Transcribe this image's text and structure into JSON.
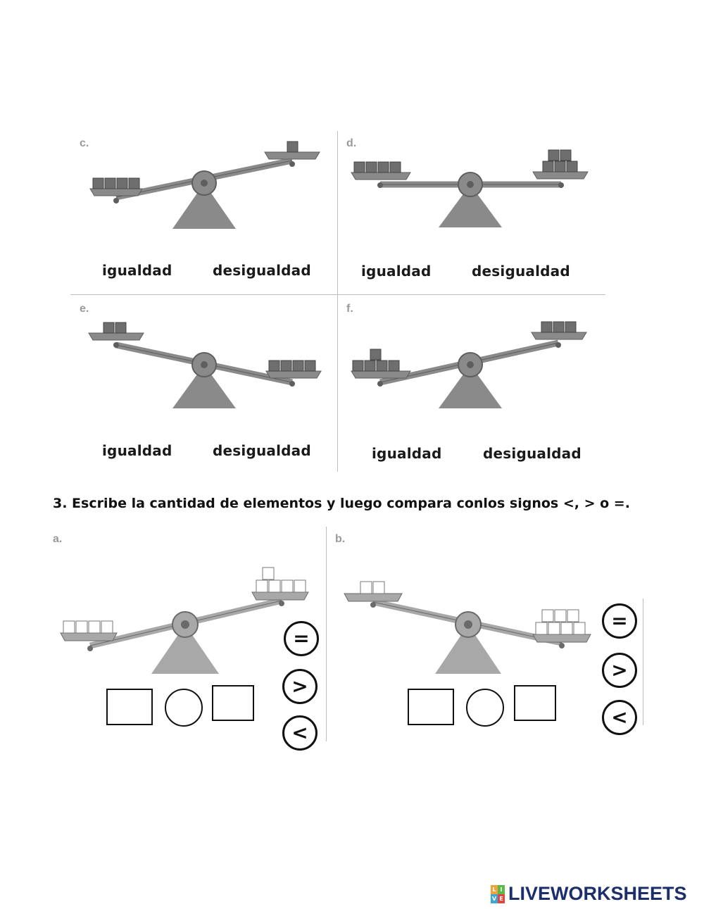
{
  "colors": {
    "scale_gray": "#8a8a8a",
    "scale_dark": "#5e5e5e",
    "box_dark": "#6e6e6e",
    "box_light": "#ffffff",
    "brand_blue": "#1c2e6b"
  },
  "section2": {
    "panels": [
      {
        "letter": "c.",
        "left_blocks": 4,
        "right_blocks": 1,
        "options": [
          "igualdad",
          "desigualdad"
        ]
      },
      {
        "letter": "d.",
        "left_blocks": 4,
        "right_blocks": 5,
        "options": [
          "igualdad",
          "desigualdad"
        ]
      },
      {
        "letter": "e.",
        "left_blocks": 2,
        "right_blocks": 4,
        "options": [
          "igualdad",
          "desigualdad"
        ]
      },
      {
        "letter": "f.",
        "left_blocks": 5,
        "right_blocks": 3,
        "options": [
          "igualdad",
          "desigualdad"
        ]
      }
    ]
  },
  "section3": {
    "instruction": "3. Escribe la cantidad de elementos y luego compara conlos signos <, > o =.",
    "panels": [
      {
        "letter": "a.",
        "left_blocks": 4,
        "right_blocks": 5,
        "signs": [
          "=",
          ">",
          "<"
        ]
      },
      {
        "letter": "b.",
        "left_blocks": 2,
        "right_blocks": 7,
        "signs": [
          "=",
          ">",
          "<"
        ]
      }
    ]
  },
  "footer": {
    "brand": "LIVEWORKSHEETS",
    "logo_letters": "LIVE"
  }
}
